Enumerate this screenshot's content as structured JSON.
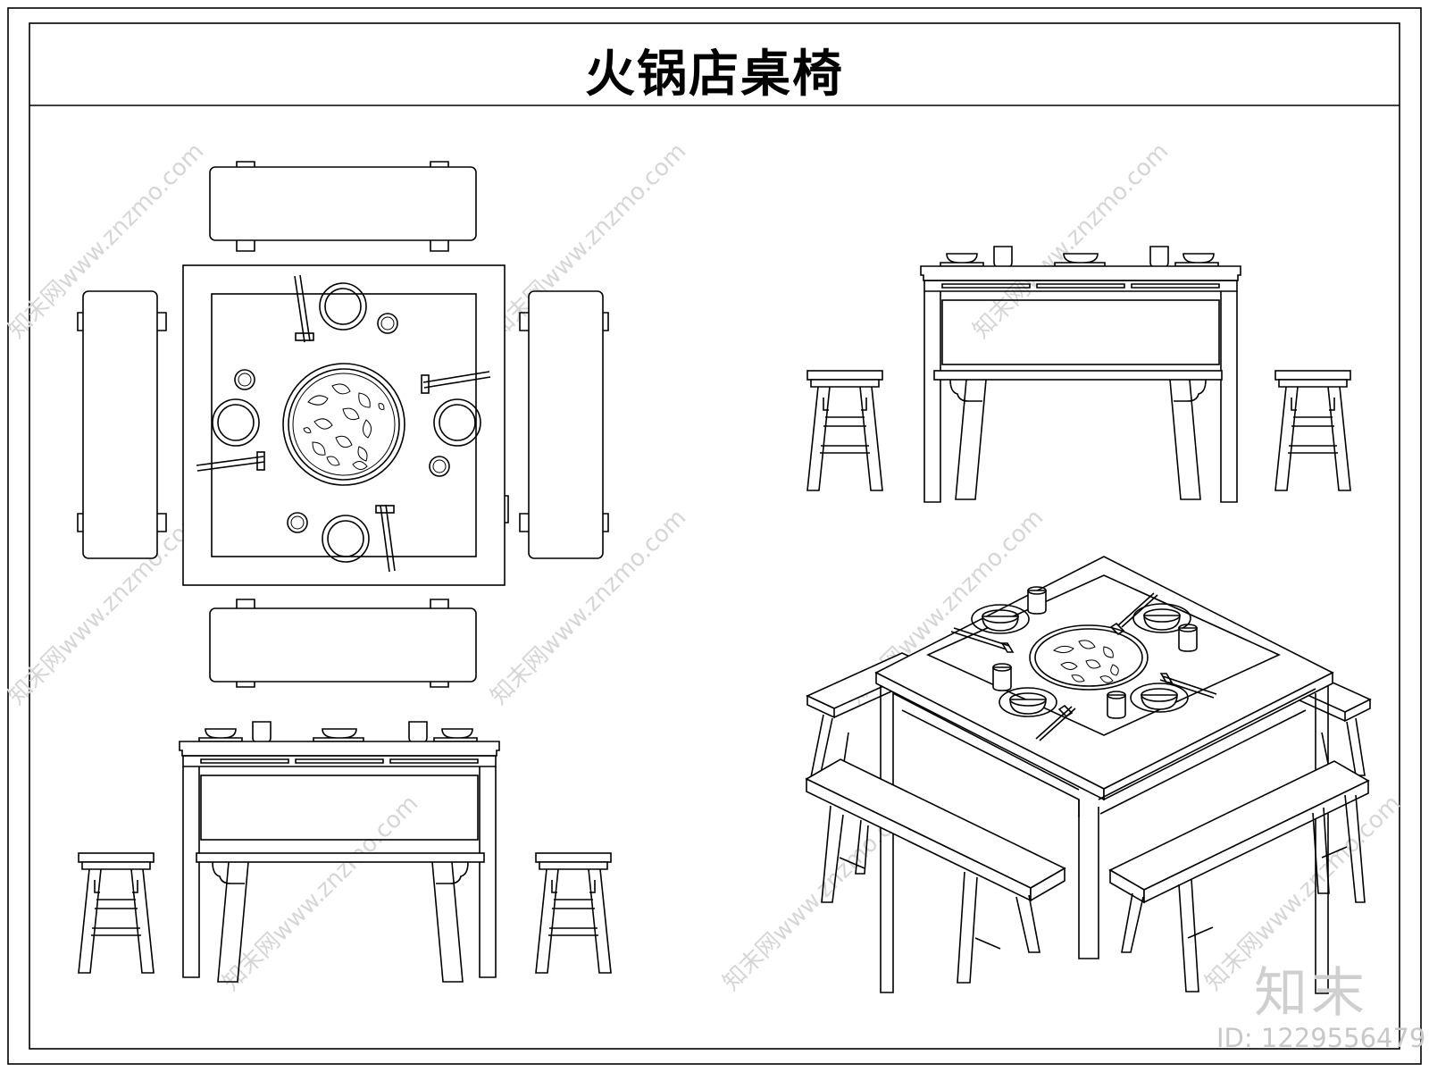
{
  "drawing": {
    "title": "火锅店桌椅",
    "watermark_text": "知末网www.znzmo.com",
    "logo_text": "知末",
    "id_label": "ID: 1229556479"
  },
  "icons": [
    "hotpot-icon",
    "bowl-icon",
    "chopsticks-icon",
    "cup-icon",
    "stool-icon",
    "bench-icon"
  ]
}
